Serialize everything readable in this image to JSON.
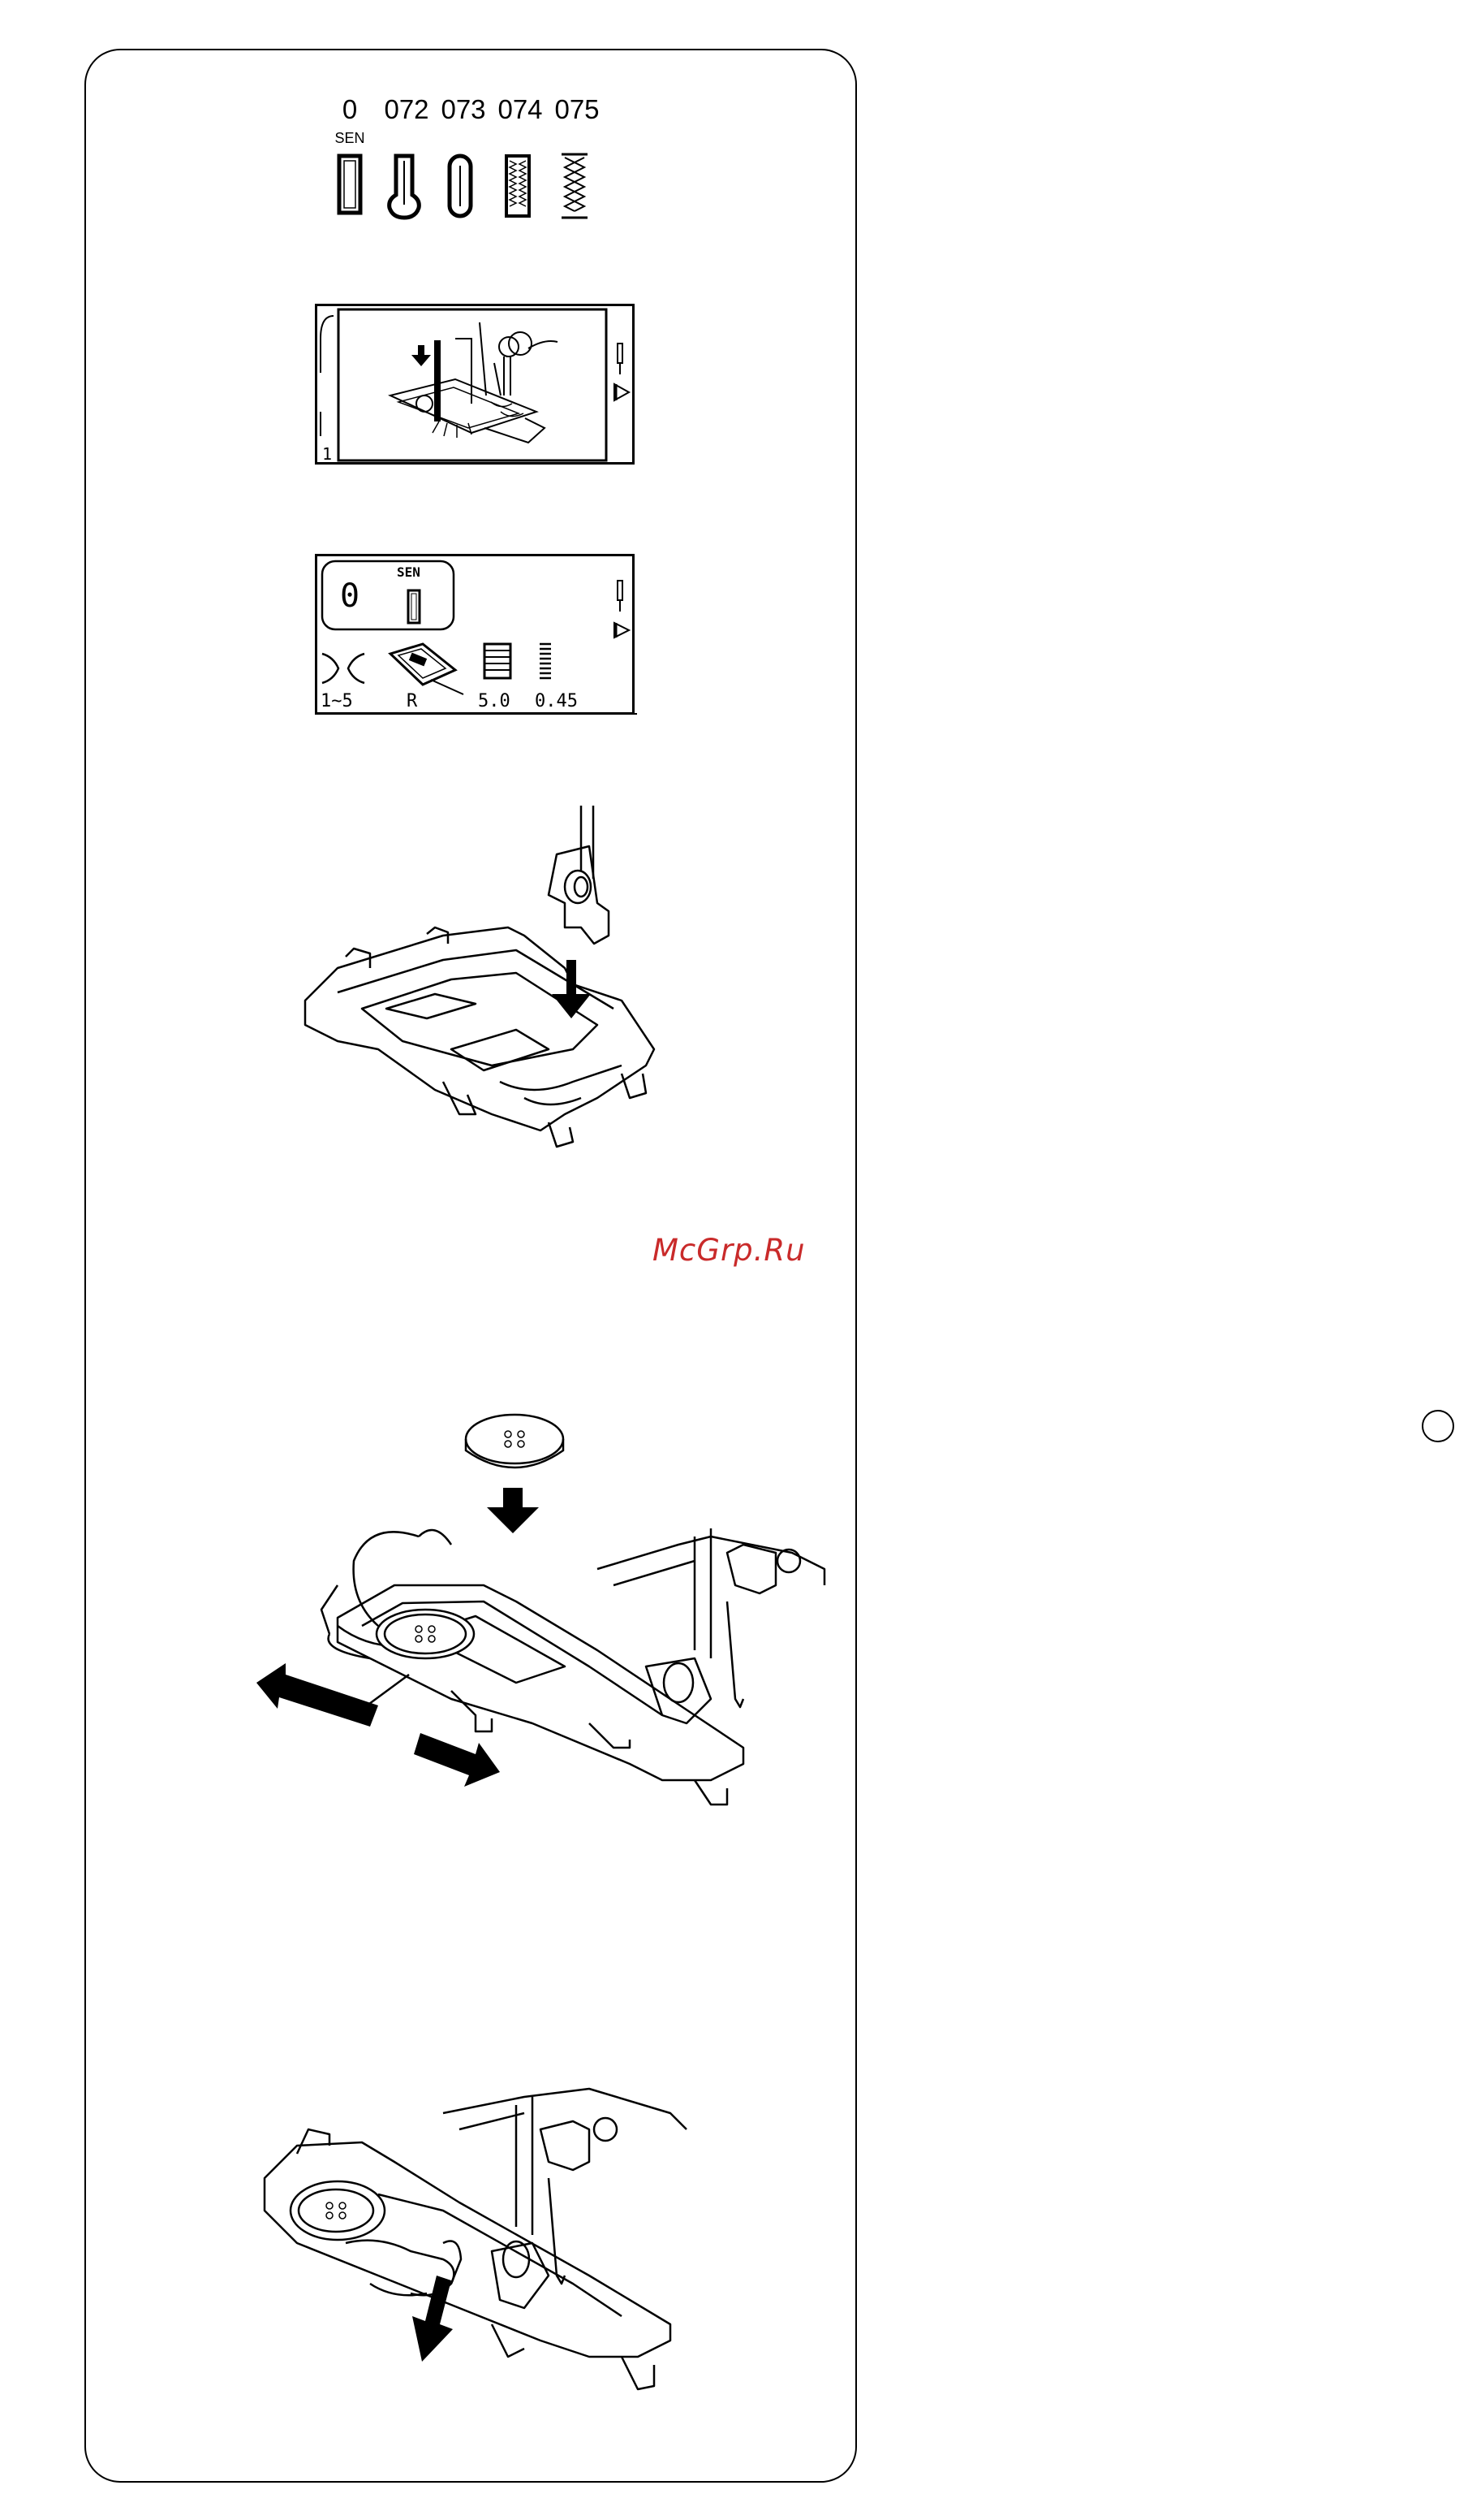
{
  "stitch_codes": {
    "codes": [
      "0",
      "072",
      "073",
      "074",
      "075"
    ],
    "sen_label": "SEN"
  },
  "lcd_screen_1": {
    "step_number": "1"
  },
  "lcd_screen_2": {
    "pattern_number": "0",
    "sen_label": "SEN",
    "tension_range": "1~5",
    "foot_letter": "R",
    "stitch_width": "5.0",
    "stitch_length": "0.45"
  },
  "watermark": {
    "text": "McGrp.Ru",
    "color": "#c92a2a"
  },
  "icons": [
    "buttonhole-square-icon",
    "buttonhole-keyhole-icon",
    "buttonhole-round-icon",
    "buttonhole-satin-icon",
    "buttonhole-zigzag-icon",
    "needle-icon",
    "presser-foot-icon",
    "tension-icon",
    "buttonhole-foot-icon",
    "width-icon",
    "length-icon",
    "arrow-down-icon",
    "button-icon",
    "arrow-left-icon",
    "arrow-right-icon"
  ]
}
